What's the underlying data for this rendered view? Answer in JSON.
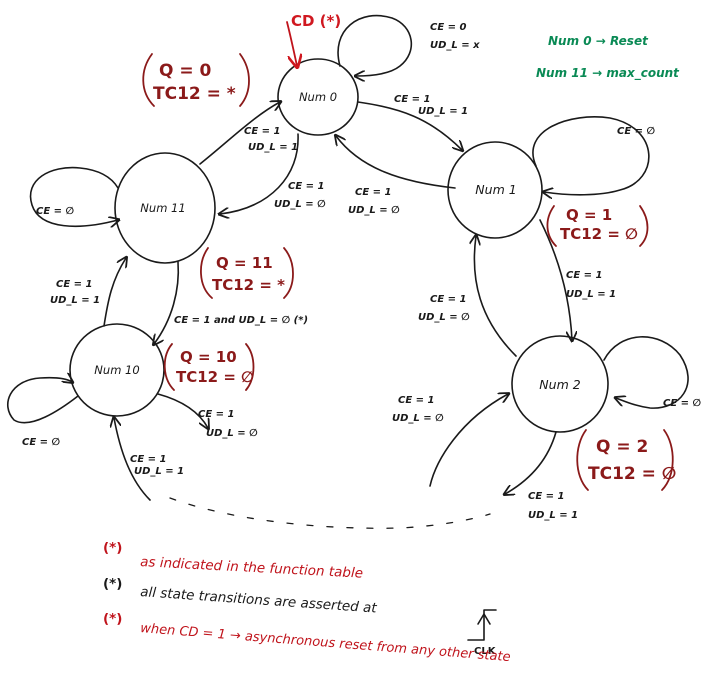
{
  "states": {
    "num0": "Num 0",
    "num1": "Num 1",
    "num2": "Num 2",
    "num10": "Num 10",
    "num11": "Num 11"
  },
  "reset_label": "CD (*)",
  "legend": {
    "line1": "Num 0 → Reset",
    "line2": "Num 11 → max_count"
  },
  "outputs": {
    "num0": {
      "q": "Q = 0",
      "tc": "TC12 = *"
    },
    "num1": {
      "q": "Q = 1",
      "tc": "TC12 = ∅"
    },
    "num2": {
      "q": "Q = 2",
      "tc": "TC12 = ∅"
    },
    "num10": {
      "q": "Q = 10",
      "tc": "TC12 = ∅"
    },
    "num11": {
      "q": "Q = 11",
      "tc": "TC12 = *"
    }
  },
  "transitions": {
    "num0_self": {
      "ce": "CE = 0",
      "ud": "UD_L = x"
    },
    "num0_to_num1": {
      "ce": "CE = 1",
      "ud": "UD_L = 1"
    },
    "num1_to_num0": {
      "ce": "CE = 1",
      "ud": "UD_L = ∅"
    },
    "num1_self": {
      "ce": "CE = ∅"
    },
    "num1_to_num2": {
      "ce": "CE = 1",
      "ud": "UD_L = 1"
    },
    "num2_to_num1": {
      "ce": "CE = 1",
      "ud": "UD_L = ∅"
    },
    "num2_self": {
      "ce": "CE = ∅"
    },
    "into_num2": {
      "ce": "CE = 1",
      "ud": "UD_L = ∅"
    },
    "out_num2": {
      "ce": "CE = 1",
      "ud": "UD_L = 1"
    },
    "num11_to_num0": {
      "ce": "CE = 1",
      "ud": "UD_L = 1"
    },
    "num0_to_num11": {
      "ce": "CE = 1",
      "ud": "UD_L = ∅"
    },
    "num11_self": {
      "ce": "CE = ∅"
    },
    "num10_to_num11": {
      "ce": "CE = 1",
      "ud": "UD_L = 1"
    },
    "num11_to_num10": {
      "text": "CE = 1 and UD_L = ∅ (*)"
    },
    "num10_self": {
      "ce": "CE = ∅"
    },
    "out_num10": {
      "ce": "CE = 1",
      "ud": "UD_L = ∅"
    },
    "into_num10": {
      "ce": "CE = 1",
      "ud": "UD_L = 1"
    }
  },
  "notes": {
    "n1_mark": "(*)",
    "n1_text": "as indicated in the function table",
    "n2_mark": "(*)",
    "n2_text": "all state transitions are asserted at",
    "n2_clk": "CLK",
    "n3_mark": "(*)",
    "n3_text": "when CD = 1 → asynchronous reset from any other state"
  },
  "colors": {
    "ink": "#1a1a1a",
    "reset_red": "#d01820",
    "output_maroon": "#8b1a1a",
    "legend_green": "#0a8a55",
    "note_red": "#c0141c"
  }
}
